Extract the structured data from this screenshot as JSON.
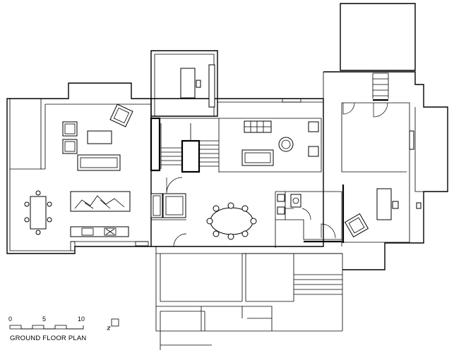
{
  "title": "GROUND FLOOR PLAN",
  "scale_bar": {
    "labels": [
      "0",
      "5",
      "10"
    ]
  },
  "north_symbol": "north-arrow-icon"
}
